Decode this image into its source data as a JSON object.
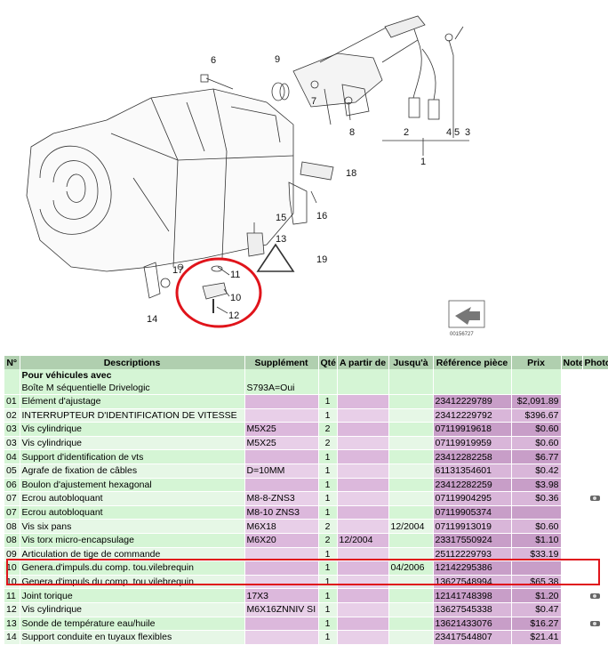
{
  "diagram": {
    "callouts": [
      "1",
      "2",
      "3",
      "4",
      "5",
      "6",
      "7",
      "8",
      "9",
      "10",
      "11",
      "12",
      "13",
      "14",
      "15",
      "16",
      "17",
      "18",
      "19"
    ],
    "ref_code": "00156727",
    "highlight_color": "#e0141b"
  },
  "table": {
    "headers": {
      "no": "N°",
      "desc": "Descriptions",
      "supp": "Supplément",
      "qty": "Qté",
      "from": "A partir de",
      "to": "Jusqu'à",
      "ref": "Référence pièce",
      "price": "Prix",
      "note": "Note",
      "photo": "Photo"
    },
    "vehicle": {
      "title": "Pour véhicules avec",
      "subtitle": "Boîte M séquentielle Drivelogic",
      "supp": "S793A=Oui"
    },
    "rows": [
      {
        "no": "01",
        "desc": "Elément d'ajustage",
        "supp": "",
        "qty": "1",
        "from": "",
        "to": "",
        "ref": "23412229789",
        "price": "$2,091.89",
        "photo": ""
      },
      {
        "no": "02",
        "desc": "INTERRUPTEUR D'IDENTIFICATION DE VITESSE",
        "supp": "",
        "qty": "1",
        "from": "",
        "to": "",
        "ref": "23412229792",
        "price": "$396.67",
        "photo": ""
      },
      {
        "no": "03",
        "desc": "Vis cylindrique",
        "supp": "M5X25",
        "qty": "2",
        "from": "",
        "to": "",
        "ref": "07119919618",
        "price": "$0.60",
        "photo": ""
      },
      {
        "no": "03",
        "desc": "Vis cylindrique",
        "supp": "M5X25",
        "qty": "2",
        "from": "",
        "to": "",
        "ref": "07119919959",
        "price": "$0.60",
        "photo": ""
      },
      {
        "no": "04",
        "desc": "Support d'identification de vts",
        "supp": "",
        "qty": "1",
        "from": "",
        "to": "",
        "ref": "23412282258",
        "price": "$6.77",
        "photo": ""
      },
      {
        "no": "05",
        "desc": "Agrafe de fixation de câbles",
        "supp": "D=10MM",
        "qty": "1",
        "from": "",
        "to": "",
        "ref": "61131354601",
        "price": "$0.42",
        "photo": ""
      },
      {
        "no": "06",
        "desc": "Boulon d'ajustement hexagonal",
        "supp": "",
        "qty": "1",
        "from": "",
        "to": "",
        "ref": "23412282259",
        "price": "$3.98",
        "photo": ""
      },
      {
        "no": "07",
        "desc": "Ecrou autobloquant",
        "supp": "M8-8-ZNS3",
        "qty": "1",
        "from": "",
        "to": "",
        "ref": "07119904295",
        "price": "$0.36",
        "photo": "camera"
      },
      {
        "no": "07",
        "desc": "Ecrou autobloquant",
        "supp": "M8-10 ZNS3",
        "qty": "1",
        "from": "",
        "to": "",
        "ref": "07119905374",
        "price": "",
        "photo": ""
      },
      {
        "no": "08",
        "desc": "Vis six pans",
        "supp": "M6X18",
        "qty": "2",
        "from": "",
        "to": "12/2004",
        "ref": "07119913019",
        "price": "$0.60",
        "photo": ""
      },
      {
        "no": "08",
        "desc": "Vis torx micro-encapsulage",
        "supp": "M6X20",
        "qty": "2",
        "from": "12/2004",
        "to": "",
        "ref": "23317550924",
        "price": "$1.10",
        "photo": ""
      },
      {
        "no": "09",
        "desc": "Articulation de tige de commande",
        "supp": "",
        "qty": "1",
        "from": "",
        "to": "",
        "ref": "25112229793",
        "price": "$33.19",
        "photo": ""
      },
      {
        "no": "10",
        "desc": "Genera.d'impuls.du comp. tou.vilebrequin",
        "supp": "",
        "qty": "1",
        "from": "",
        "to": "04/2006",
        "ref": "12142295386",
        "price": "",
        "photo": ""
      },
      {
        "no": "10",
        "desc": "Genera.d'impuls.du comp. tou.vilebrequin",
        "supp": "",
        "qty": "1",
        "from": "",
        "to": "",
        "ref": "13627548994",
        "price": "$65.38",
        "photo": ""
      },
      {
        "no": "11",
        "desc": "Joint torique",
        "supp": "17X3",
        "qty": "1",
        "from": "",
        "to": "",
        "ref": "12141748398",
        "price": "$1.20",
        "photo": "camera"
      },
      {
        "no": "12",
        "desc": "Vis cylindrique",
        "supp": "M6X16ZNNIV SI",
        "qty": "1",
        "from": "",
        "to": "",
        "ref": "13627545338",
        "price": "$0.47",
        "photo": ""
      },
      {
        "no": "13",
        "desc": "Sonde de température eau/huile",
        "supp": "",
        "qty": "1",
        "from": "",
        "to": "",
        "ref": "13621433076",
        "price": "$16.27",
        "photo": "camera"
      },
      {
        "no": "14",
        "desc": "Support conduite en tuyaux flexibles",
        "supp": "",
        "qty": "1",
        "from": "",
        "to": "",
        "ref": "23417544807",
        "price": "$21.41",
        "photo": ""
      }
    ]
  }
}
